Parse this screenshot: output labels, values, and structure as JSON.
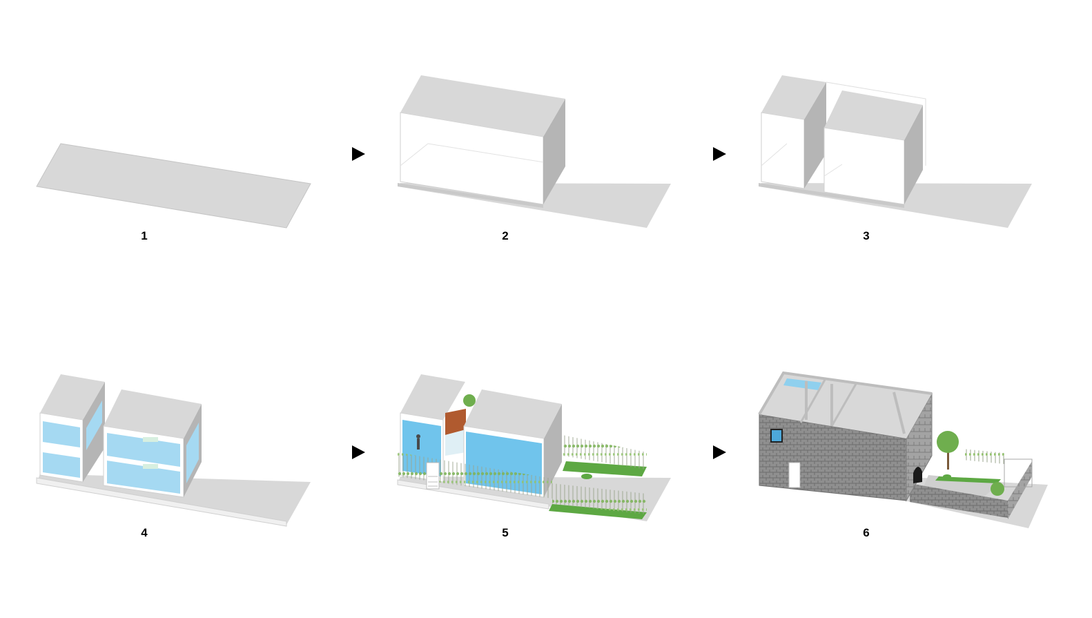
{
  "steps": [
    {
      "label": "1",
      "icon": "site-plot-icon"
    },
    {
      "label": "2",
      "icon": "building-volume-icon"
    },
    {
      "label": "3",
      "icon": "split-volumes-icon"
    },
    {
      "label": "4",
      "icon": "glazed-floors-icon"
    },
    {
      "label": "5",
      "icon": "landscaped-house-icon"
    },
    {
      "label": "6",
      "icon": "brick-facade-house-icon"
    }
  ],
  "arrow_icon": "play-arrow-icon",
  "colors": {
    "top": "#d8d8d8",
    "side": "#b5b5b5",
    "wall": "#ffffff",
    "glass": "#8fd0ee",
    "green": "#5da843",
    "brick": "#8d8d8d",
    "roof_tile": "#b05a2f"
  }
}
